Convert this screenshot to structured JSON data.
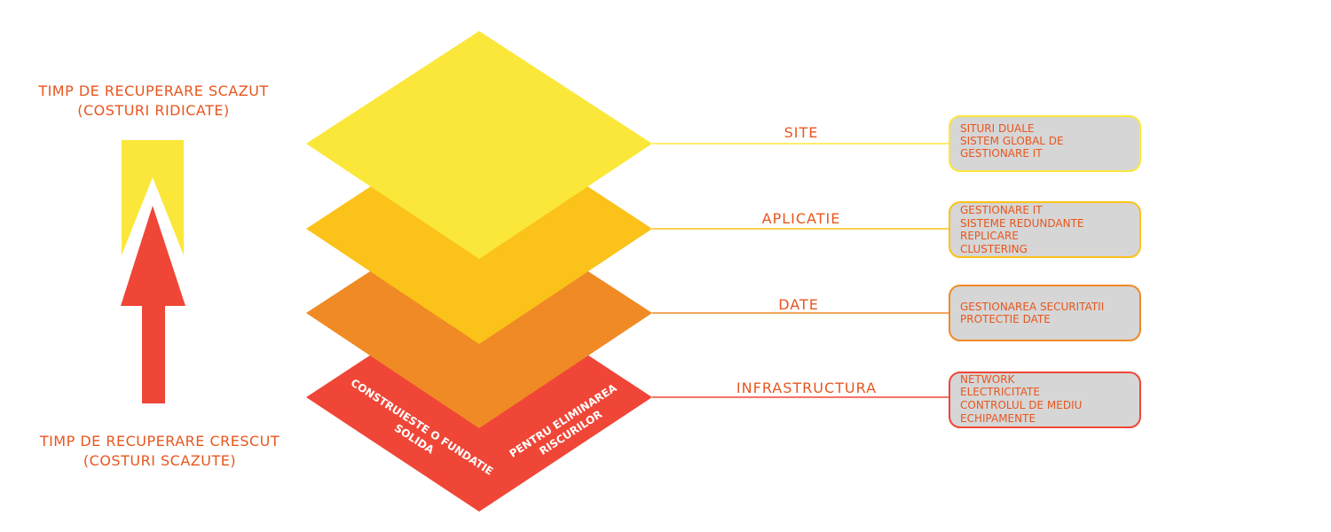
{
  "colors": {
    "site": "#fbe73a",
    "aplicatie": "#fbc21a",
    "date": "#f08a24",
    "infrastructura": "#ef4637",
    "text_orange": "#e8561e",
    "box_fill": "#d6d6d6",
    "arrow_top": "#fbe73a",
    "arrow_main": "#ef4637"
  },
  "left_top": {
    "line1": "TIMP DE RECUPERARE SCAZUT",
    "line2": "(COSTURI RIDICATE)"
  },
  "left_bottom": {
    "line1": "TIMP DE RECUPERARE CRESCUT",
    "line2": "(COSTURI SCAZUTE)"
  },
  "arrow_icon": "arrow-up-icon",
  "base": {
    "left_line1": "CONSTRUIESTE O FUNDATIE",
    "left_line2": "SOLIDA",
    "right_line1": "PENTRU ELIMINAREA",
    "right_line2": "RISCURILOR"
  },
  "layers": [
    {
      "label": "SITE",
      "items": [
        "SITURI DUALE",
        "SISTEM GLOBAL DE",
        "GESTIONARE IT"
      ]
    },
    {
      "label": "APLICATIE",
      "items": [
        "GESTIONARE IT",
        "SISTEME REDUNDANTE",
        "REPLICARE",
        "CLUSTERING"
      ]
    },
    {
      "label": "DATE",
      "items": [
        "GESTIONAREA SECURITATII",
        "PROTECTIE DATE"
      ]
    },
    {
      "label": "INFRASTRUCTURA",
      "items": [
        "NETWORK",
        "ELECTRICITATE",
        "CONTROLUL DE MEDIU",
        "ECHIPAMENTE"
      ]
    }
  ]
}
